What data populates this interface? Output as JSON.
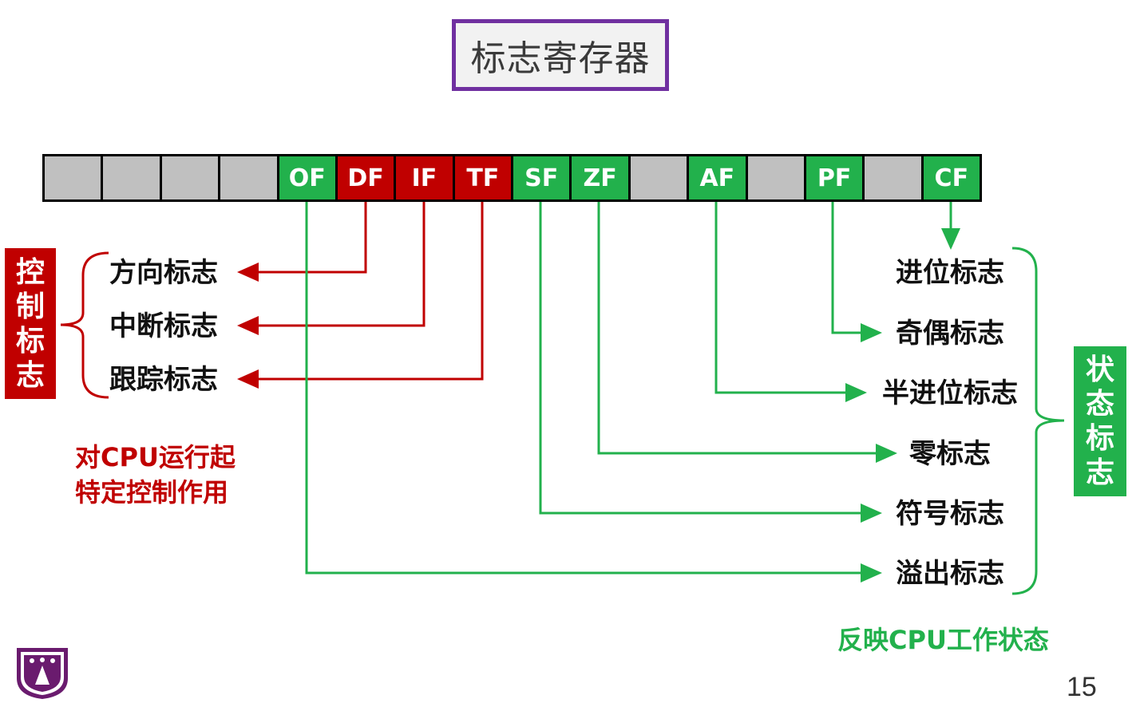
{
  "title": "标志寄存器",
  "register_cells": [
    {
      "label": "",
      "kind": "empty"
    },
    {
      "label": "",
      "kind": "empty"
    },
    {
      "label": "",
      "kind": "empty"
    },
    {
      "label": "",
      "kind": "empty"
    },
    {
      "label": "OF",
      "kind": "status"
    },
    {
      "label": "DF",
      "kind": "control"
    },
    {
      "label": "IF",
      "kind": "control"
    },
    {
      "label": "TF",
      "kind": "control"
    },
    {
      "label": "SF",
      "kind": "status"
    },
    {
      "label": "ZF",
      "kind": "status"
    },
    {
      "label": "",
      "kind": "empty"
    },
    {
      "label": "AF",
      "kind": "status"
    },
    {
      "label": "",
      "kind": "empty"
    },
    {
      "label": "PF",
      "kind": "status"
    },
    {
      "label": "",
      "kind": "empty"
    },
    {
      "label": "CF",
      "kind": "status"
    }
  ],
  "control_flags": {
    "group_label": [
      "控",
      "制",
      "标",
      "志"
    ],
    "items": [
      {
        "flag": "DF",
        "name": "方向标志"
      },
      {
        "flag": "IF",
        "name": "中断标志"
      },
      {
        "flag": "TF",
        "name": "跟踪标志"
      }
    ],
    "note_line1": "对CPU运行起",
    "note_line2": "特定控制作用"
  },
  "status_flags": {
    "group_label": [
      "状",
      "态",
      "标",
      "志"
    ],
    "items": [
      {
        "flag": "CF",
        "name": "进位标志"
      },
      {
        "flag": "PF",
        "name": "奇偶标志"
      },
      {
        "flag": "AF",
        "name": "半进位标志"
      },
      {
        "flag": "ZF",
        "name": "零标志"
      },
      {
        "flag": "SF",
        "name": "符号标志"
      },
      {
        "flag": "OF",
        "name": "溢出标志"
      }
    ],
    "note": "反映CPU工作状态"
  },
  "page_number": "15",
  "colors": {
    "control": "#c00000",
    "status": "#22b14c",
    "empty": "#c0c0c0",
    "title_border": "#7030a0"
  }
}
